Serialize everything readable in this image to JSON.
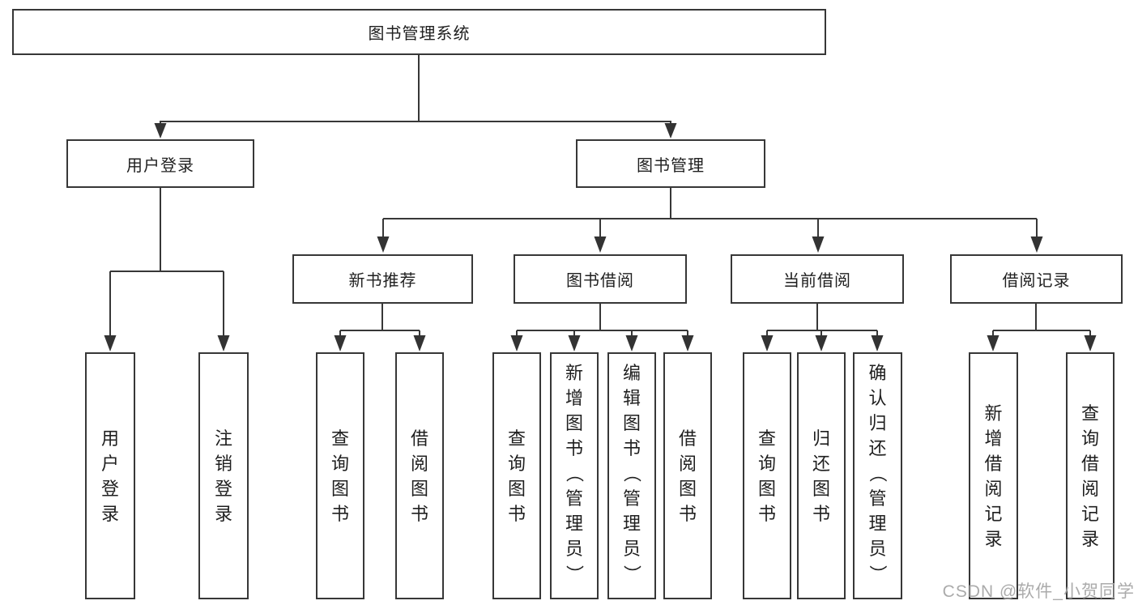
{
  "title": "图书管理系统",
  "branches": {
    "user_login": {
      "label": "用户登录",
      "children": [
        "用户登录",
        "注销登录"
      ]
    },
    "book_management": {
      "label": "图书管理",
      "groups": [
        {
          "label": "新书推荐",
          "children": [
            "查询图书",
            "借阅图书"
          ]
        },
        {
          "label": "图书借阅",
          "children": [
            "查询图书",
            "新增图书（管理员）",
            "编辑图书（管理员）",
            "借阅图书"
          ]
        },
        {
          "label": "当前借阅",
          "children": [
            "查询图书",
            "归还图书",
            "确认归还（管理员）"
          ]
        },
        {
          "label": "借阅记录",
          "children": [
            "新增借阅记录",
            "查询借阅记录"
          ]
        }
      ]
    }
  },
  "watermark": "CSDN @软件_小贺同学",
  "colors": {
    "line": "#373737",
    "box_fill": "#ffffff",
    "text": "#1f1f1f",
    "watermark": "#a6a6a6"
  }
}
